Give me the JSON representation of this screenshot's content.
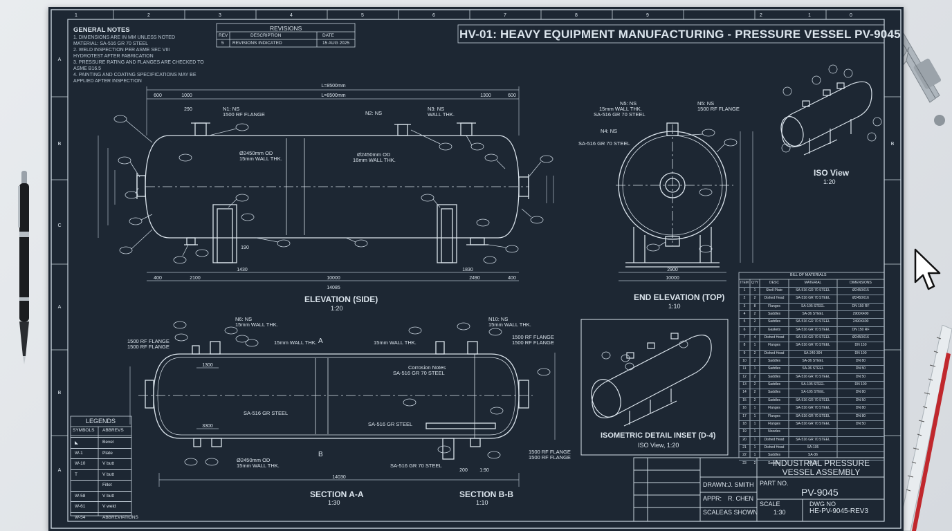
{
  "title": "HV-01: HEAVY EQUIPMENT MANUFACTURING - PRESSURE VESSEL PV-9045",
  "general_notes": {
    "heading": "GENERAL NOTES",
    "items": [
      "1.  DIMENSIONS ARE IN MM UNLESS NOTED",
      "    MATERIAL: SA-516 GR 70 STEEL",
      "2.  WELD INSPECTION PER ASME SEC VIII",
      "    HYDROTEST AFTER FABRICATION",
      "3.  PRESSURE RATING AND FLANGES ARE CHECKED TO",
      "    ASME B16.5",
      "4.  PAINTING AND COATING SPECIFICATIONS MAY BE",
      "    APPLIED AFTER INSPECTION"
    ]
  },
  "revisions": {
    "heading": "REVISIONS",
    "header": [
      "REV",
      "DESCRIPTION",
      "DATE"
    ],
    "rows": [
      [
        "5",
        "REVISIONS INDICATED",
        "15 AUG 2025"
      ]
    ]
  },
  "views": {
    "elevation_side": {
      "title": "ELEVATION (SIDE)",
      "scale": "1:20"
    },
    "end_elevation": {
      "title": "END ELEVATION (TOP)",
      "scale": "1:10"
    },
    "iso_view": {
      "title": "ISO View",
      "scale": "1:20"
    },
    "isometric_inset": {
      "title": "ISOMETRIC DETAIL INSET (D-4)",
      "scale": "ISO View, 1:20"
    },
    "section_aa": {
      "title": "SECTION A-A",
      "scale": "1:30"
    },
    "section_bb": {
      "title": "SECTION B-B",
      "scale": "1:10"
    }
  },
  "dimensions": {
    "overall_length_top": "L=8500mm",
    "overall_length_mid": "L=8500mm",
    "d1": "600",
    "d2": "1000",
    "d3": "1300",
    "d4": "600",
    "d5": "290",
    "total_lower": "14085",
    "sub_lower": "10000",
    "b1": "400",
    "b2": "2100",
    "b3": "2490",
    "b4": "400",
    "s1": "1430",
    "s2": "1830",
    "s3": "190",
    "end_w1": "2900",
    "end_w2": "10000",
    "sec_total": "14030",
    "sec_s1": "1300",
    "sec_s2": "3300",
    "sec_s3": "200",
    "sec_s4": "1:90"
  },
  "callouts": {
    "n1": "N1: NS",
    "n1_flange": "1500 RF FLANGE",
    "n2": "N2: NS",
    "n3": "N3: NS",
    "n3_wall": "WALL THK.",
    "shell_od": "Ø2450mm OD",
    "shell_wall": "15mm WALL THK.",
    "shell_od2": "Ø2450mm OD",
    "shell_wall2": "16mm WALL THK.",
    "end_n5": "N5: NS",
    "end_wall": "15mm WALL THK.",
    "end_steel": "SA-516 GR 70 STEEL",
    "end_n4": "N4: NS",
    "end_steel2": "SA-516 GR 70 STEEL",
    "end_n5b": "N5: NS",
    "end_flange": "1500 RF FLANGE",
    "sec_n6": "N6: NS",
    "sec_wall": "15mm WALL THK.",
    "sec_flange_l": "1500 RF FLANGE",
    "sec_flange_l2": "1500 RF FLANGE",
    "sec_wall_mid": "15mm WALL THK.",
    "sec_steel": "SA-516 GR STEEL",
    "sec_od": "Ø2450mm OD",
    "sec_wall_b": "15mm WALL THK.",
    "sb_n": "N10: NS",
    "sb_wall": "15mm WALL THK.",
    "sb_wall2": "15mm WALL THK.",
    "sb_flange": "1500 RF FLANGE",
    "sb_flange2": "1500 RF FLANGE",
    "sb_corr": "Corrosion Notes",
    "sb_steel": "SA-516 GR 70 STEEL",
    "sb_steel2": "SA-516 GR STEEL",
    "sb_steel3": "SA-516 GR 70 STEEL",
    "sb_flange3": "1500 RF FLANGE",
    "sb_flange4": "1500 RF FLANGE",
    "sec_a": "A",
    "sec_b": "B"
  },
  "legends": {
    "heading": "LEGENDS",
    "header": [
      "SYMBOLS",
      "ABBREVS"
    ],
    "rows": [
      [
        "◣",
        "Bevel"
      ],
      [
        "W-1",
        "Plate"
      ],
      [
        "W-10",
        "V butt"
      ],
      [
        "T",
        "V butt"
      ],
      [
        "",
        "Fillet"
      ],
      [
        "W-58",
        "V butt"
      ],
      [
        "W-61",
        "V weld"
      ],
      [
        "W-54",
        "ABBREVIATIONS"
      ]
    ]
  },
  "bom": {
    "heading": "BILL OF MATERIALS",
    "header": [
      "ITEM",
      "QTY",
      "DESC",
      "MATERIAL",
      "DIMENSIONS"
    ],
    "rows": [
      [
        "1",
        "1",
        "Shell Plate",
        "SA-516 GR 70 STEEL",
        "Ø2450X15"
      ],
      [
        "2",
        "2",
        "Dished Head",
        "SA-516 GR 70 STEEL",
        "Ø2450X16"
      ],
      [
        "3",
        "8",
        "Flanges",
        "SA-105 STEEL",
        "DN 150 RF"
      ],
      [
        "4",
        "2",
        "Saddles",
        "SA-36 STEEL",
        "2900X400"
      ],
      [
        "5",
        "2",
        "Saddles",
        "SA-516 GR 70 STEEL",
        "2490X400"
      ],
      [
        "6",
        "2",
        "Gaskets",
        "SA-516 GR 70 STEEL",
        "DN 150 RF"
      ],
      [
        "7",
        "4",
        "Dished Head",
        "SA-516 GR 70 STEEL",
        "Ø2450X16"
      ],
      [
        "8",
        "1",
        "Flanges",
        "SA-516 GR 70 STEEL",
        "DN 150"
      ],
      [
        "9",
        "2",
        "Dished Head",
        "SA-240 304",
        "DN 100"
      ],
      [
        "10",
        "2",
        "Saddles",
        "SA-36 STEEL",
        "DN 80"
      ],
      [
        "11",
        "1",
        "Saddles",
        "SA-36 STEEL",
        "DN 50"
      ],
      [
        "12",
        "2",
        "Saddles",
        "SA-516 GR 70 STEEL",
        "DN 50"
      ],
      [
        "13",
        "2",
        "Saddles",
        "SA-105 STEEL",
        "DN 100"
      ],
      [
        "14",
        "2",
        "Saddles",
        "SA-105 STEEL",
        "DN 80"
      ],
      [
        "15",
        "2",
        "Saddles",
        "SA-516 GR 70 STEEL",
        "DN 50"
      ],
      [
        "16",
        "1",
        "Flanges",
        "SA-516 GR 70 STEEL",
        "DN 80"
      ],
      [
        "17",
        "1",
        "Flanges",
        "SA-516 GR 70 STEEL",
        "DN 80"
      ],
      [
        "18",
        "1",
        "Flanges",
        "SA-516 GR 70 STEEL",
        "DN 50"
      ],
      [
        "19",
        "1",
        "Nozzles",
        "",
        ""
      ],
      [
        "20",
        "1",
        "Dished Head",
        "SA-516 GR 70 STEEL",
        ""
      ],
      [
        "21",
        "1",
        "Dished Head",
        "SA-105",
        ""
      ],
      [
        "22",
        "1",
        "Saddles",
        "SA-36",
        ""
      ],
      [
        "23",
        "2",
        "Saddles",
        "SA-36",
        ""
      ]
    ]
  },
  "title_block": {
    "product": "INDUSTRIAL PRESSURE VESSEL ASSEMBLY",
    "drawn_label": "DRAWN:",
    "drawn": "J. SMITH",
    "appr_label": "APPR:",
    "appr": "R. CHEN",
    "scale_label": "SCALE:",
    "scale": "AS SHOWN",
    "part_label": "PART NO.",
    "part": "PV-9045",
    "scale2_label": "SCALE",
    "scale2": "1:30",
    "dwg_label": "DWG NO",
    "dwg": "HE-PV-9045-REV3"
  },
  "border": {
    "cols": [
      "1",
      "2",
      "3",
      "4",
      "5",
      "6",
      "7",
      "8",
      "9",
      "2",
      "1",
      "0"
    ],
    "rows": [
      "A",
      "B",
      "C",
      "A",
      "B",
      "A",
      "B"
    ]
  },
  "colors": {
    "sheet": "#1d2733",
    "line": "#dbe4ec",
    "desk": "#dfe3e7",
    "ruler_red": "#c0282d"
  },
  "desk_items": [
    "pen-icon",
    "caliper-icon",
    "ruler-icon",
    "mouse-cursor-icon"
  ]
}
